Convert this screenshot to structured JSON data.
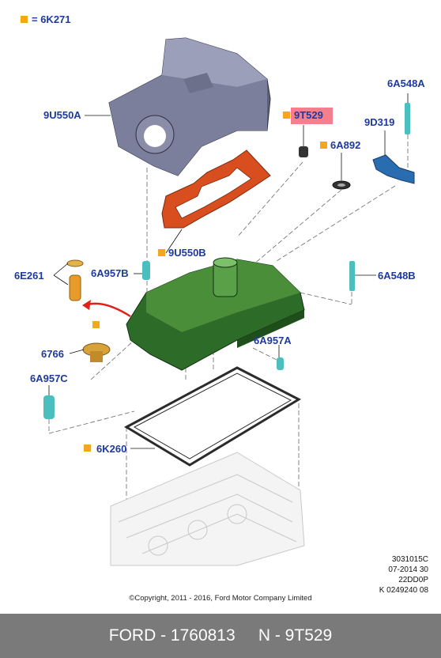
{
  "legend": {
    "equals_code": "= 6K271"
  },
  "callouts": {
    "cover": "9U550A",
    "highlight_part": "9T529",
    "seal_6a892": "6A892",
    "bolt_top": "6A548A",
    "bracket": "9D319",
    "gasket_upper": "9U550B",
    "cap_assembly": "6E261",
    "stud_b": "6A957B",
    "stud_right": "6A548B",
    "filler_cap": "6766",
    "stud_a": "6A957A",
    "stud_c": "6A957C",
    "gasket_lower": "6K260"
  },
  "refs": [
    "3031015C",
    "07-2014 30",
    "22DD0P",
    "K 0249240 08"
  ],
  "copyright": "©Copyright, 2011 - 2016, Ford Motor Company Limited",
  "footer": {
    "brand_part": "FORD - 1760813",
    "n_part": "N - 9T529"
  },
  "colors": {
    "label": "#1d3a9c",
    "bullet": "#f2a818",
    "highlight": "#f4808f",
    "footer_bg": "#7a7a7a"
  }
}
